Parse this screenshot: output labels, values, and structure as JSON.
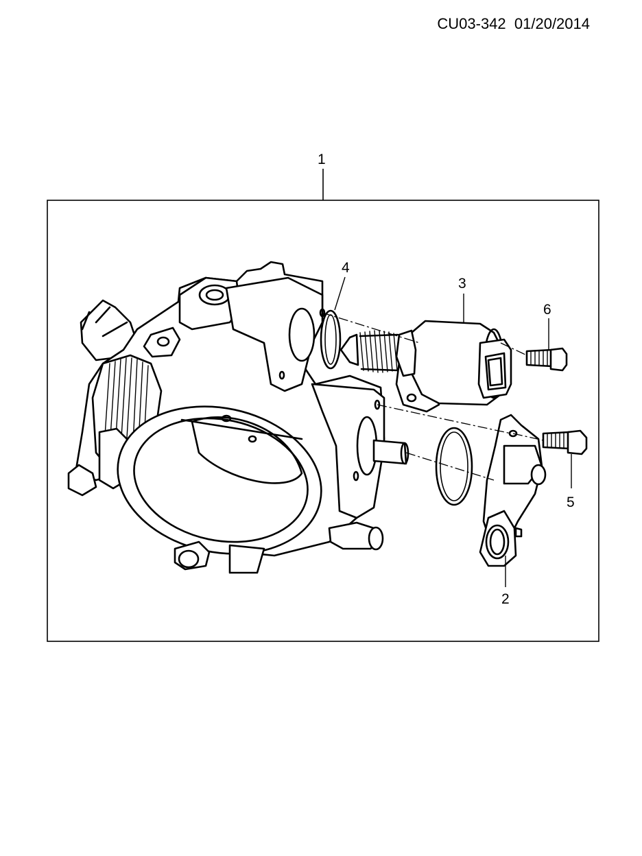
{
  "header": {
    "doc_code": "CU03-342",
    "date": "01/20/2014"
  },
  "callouts": [
    {
      "id": "1"
    },
    {
      "id": "2"
    },
    {
      "id": "3"
    },
    {
      "id": "4"
    },
    {
      "id": "5"
    },
    {
      "id": "6"
    }
  ]
}
